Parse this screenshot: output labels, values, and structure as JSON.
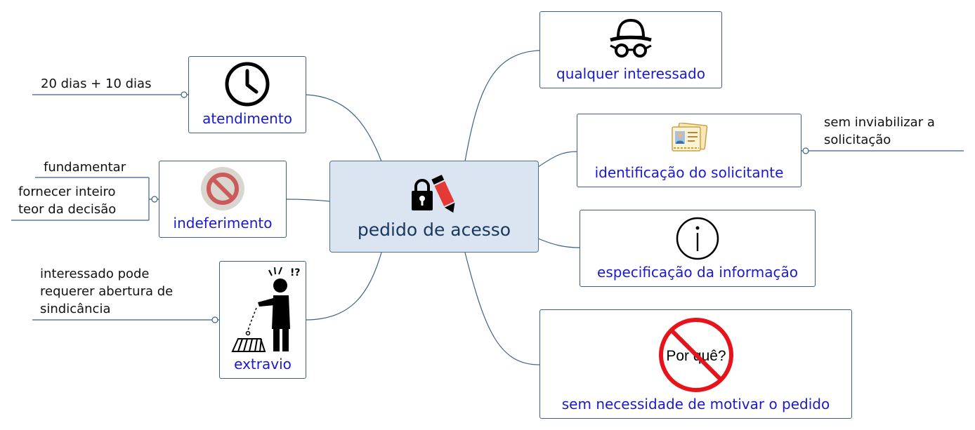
{
  "colors": {
    "line": "#3b6189",
    "node_text": "#1a1acc",
    "central_fill": "#dbe5f1",
    "central_text": "#17375e"
  },
  "central": {
    "label": "pedido de acesso",
    "icon": "lock-pencil-icon"
  },
  "right_topics": [
    {
      "label": "qualquer interessado",
      "icon": "incognito-icon"
    },
    {
      "label": "identificação do solicitante",
      "icon": "id-card-icon"
    },
    {
      "label": "especificação da informação",
      "icon": "info-icon"
    },
    {
      "label": "sem necessidade de motivar o pedido",
      "icon": "no-why-icon",
      "icon_text": "Por quê?"
    }
  ],
  "left_topics": [
    {
      "label": "atendimento",
      "icon": "clock-icon"
    },
    {
      "label": "indeferimento",
      "icon": "forbidden-icon"
    },
    {
      "label": "extravio",
      "icon": "lost-item-icon"
    }
  ],
  "notes": {
    "atendimento": [
      "20 dias + 10 dias"
    ],
    "indeferimento_1": [
      "fundamentar"
    ],
    "indeferimento_2": [
      "fornecer inteiro",
      "teor da decisão"
    ],
    "extravio": [
      "interessado pode",
      "requerer abertura de",
      "sindicância"
    ],
    "identificacao": [
      "sem inviabilizar a",
      "solicitação"
    ]
  }
}
